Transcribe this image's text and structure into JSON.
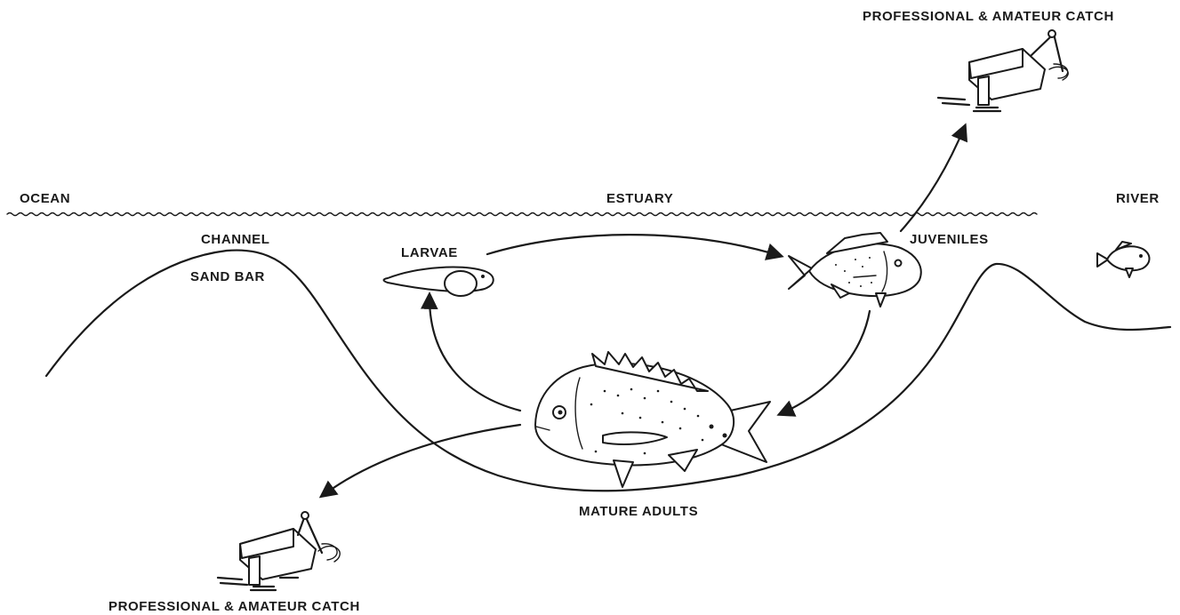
{
  "zones": {
    "ocean": "OCEAN",
    "estuary": "ESTUARY",
    "river": "RIVER"
  },
  "features": {
    "channel": "CHANNEL",
    "sand_bar": "SAND BAR"
  },
  "stages": {
    "larvae": "LARVAE",
    "juveniles": "JUVENILES",
    "mature_adults": "MATURE ADULTS"
  },
  "catch": {
    "top": "PROFESSIONAL & AMATEUR CATCH",
    "bottom": "PROFESSIONAL & AMATEUR CATCH"
  },
  "colors": {
    "ink": "#1a1a1a",
    "background": "#ffffff"
  },
  "icons": [
    "fishing-boat-icon",
    "larva-icon",
    "juvenile-fish-icon",
    "adult-fish-icon",
    "small-fish-icon"
  ]
}
